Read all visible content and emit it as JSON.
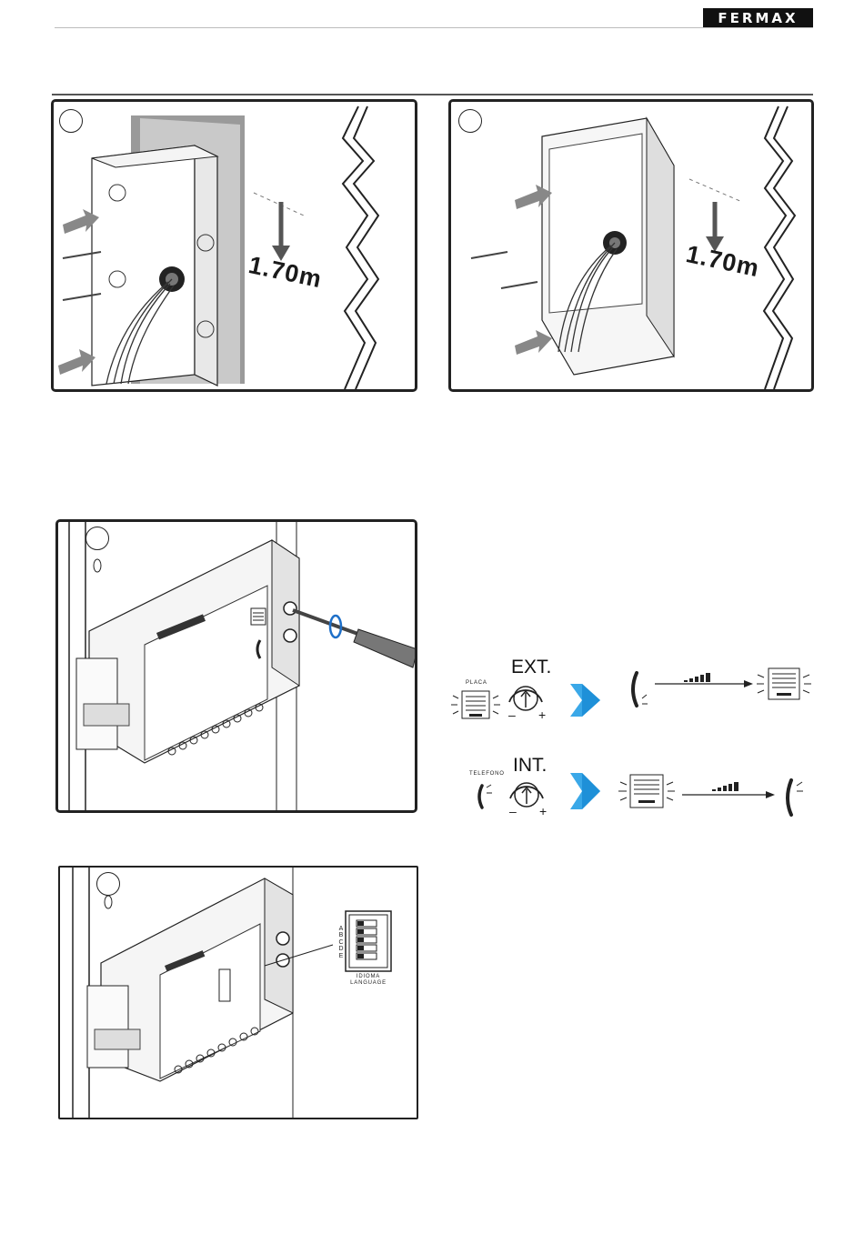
{
  "brand": {
    "logo_text": "FERMAX"
  },
  "figures": {
    "fig1": {
      "height_label": "1.70m"
    },
    "fig2": {
      "height_label": "1.70m"
    }
  },
  "volume": {
    "external": {
      "title": "EXT.",
      "source_label": "PLACA",
      "minus": "–",
      "plus": "+"
    },
    "internal": {
      "title": "INT.",
      "source_label": "TELEFONO",
      "minus": "–",
      "plus": "+"
    }
  },
  "dip_switch": {
    "letters": [
      "A",
      "B",
      "C",
      "D",
      "E"
    ],
    "label_line1": "IDIOMA",
    "label_line2": "LANGUAGE"
  }
}
